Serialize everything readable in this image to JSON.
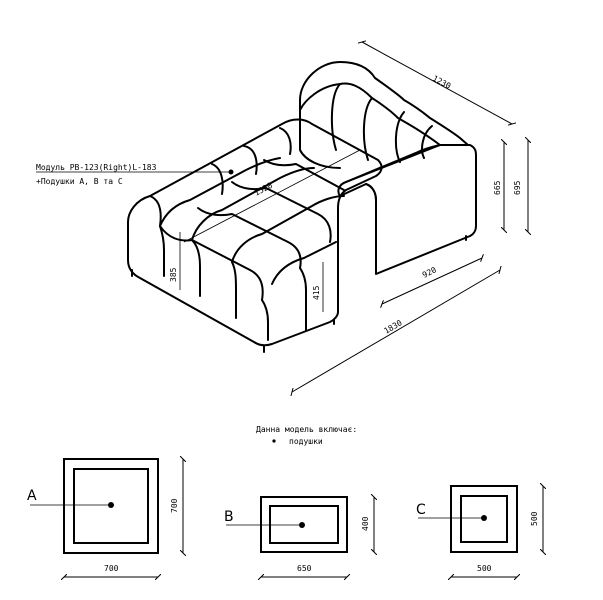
{
  "module_label": "Модуль РВ-123(Right)L-183",
  "cushions_label": "+Подушки А, В та С",
  "includes_title": "Данна модель включає:",
  "includes_item": "подушки",
  "dims": {
    "depth_1230": "1230",
    "height_665": "665",
    "height_695": "695",
    "length_1520": "1520",
    "seat_920": "920",
    "total_1830": "1830",
    "h_385": "385",
    "h_415": "415"
  },
  "cushions": [
    {
      "letter": "A",
      "width": "700",
      "height": "700"
    },
    {
      "letter": "B",
      "width": "650",
      "height": "400"
    },
    {
      "letter": "C",
      "width": "500",
      "height": "500"
    }
  ]
}
